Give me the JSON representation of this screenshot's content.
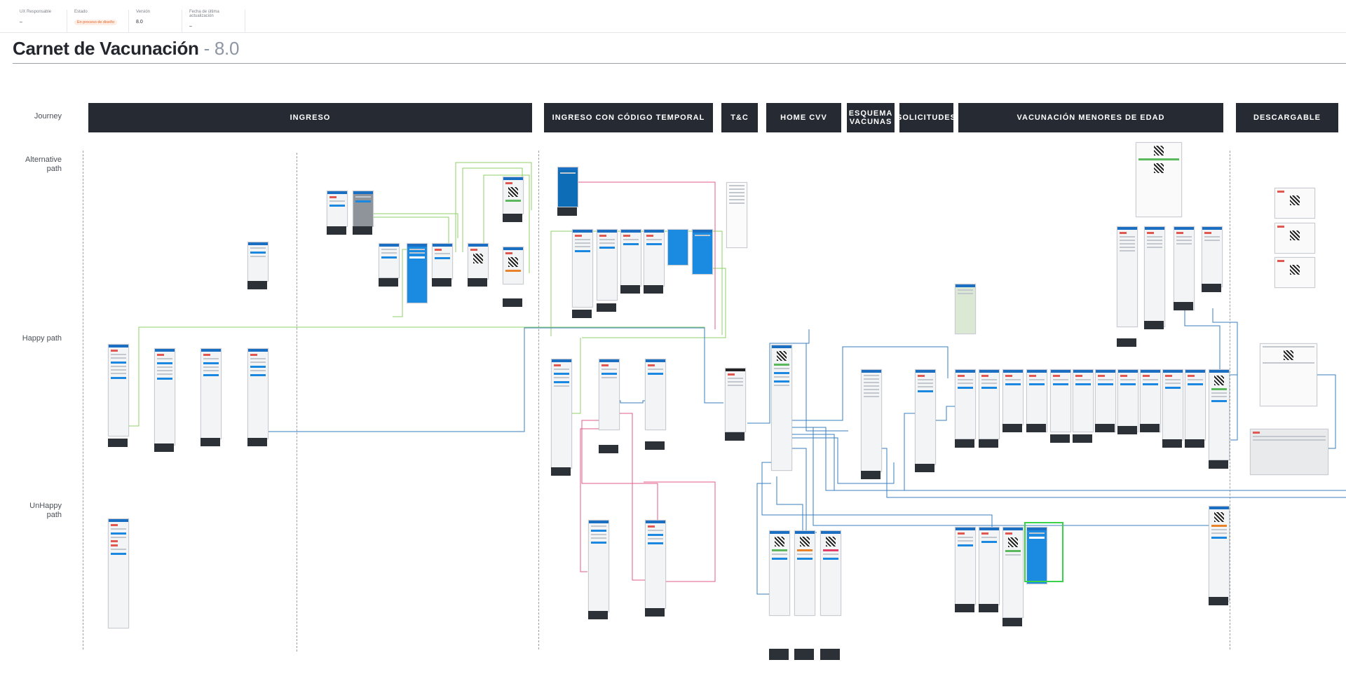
{
  "meta": {
    "owner": {
      "label": "UX Responsable",
      "value": "–"
    },
    "status": {
      "label": "Estado",
      "value": "En proceso de diseño"
    },
    "version": {
      "label": "Versión",
      "value": "8.0"
    },
    "updated": {
      "label": "Fecha de última actualización",
      "value": "–"
    }
  },
  "title": {
    "main": "Carnet de Vacunación",
    "separator": " - ",
    "version": "8.0"
  },
  "rows": {
    "journey": "Journey",
    "alternative": "Alternative path",
    "happy": "Happy path",
    "unhappy": "UnHappy path"
  },
  "journeys": [
    "INGRESO",
    "INGRESO CON CÓDIGO TEMPORAL",
    "T&C",
    "HOME CVV",
    "ESQUEMA VACUNAS",
    "SOLICITUDES",
    "VACUNACIÓN MENORES DE EDAD",
    "DESCARGABLE"
  ],
  "colors": {
    "journey_bg": "#262b33",
    "flow_blue": "#3a7fc0",
    "flow_green": "#8fcf6a",
    "flow_pink": "#e05b8a",
    "highlight": "#3bd24a",
    "status_orange": "#e8662a"
  }
}
